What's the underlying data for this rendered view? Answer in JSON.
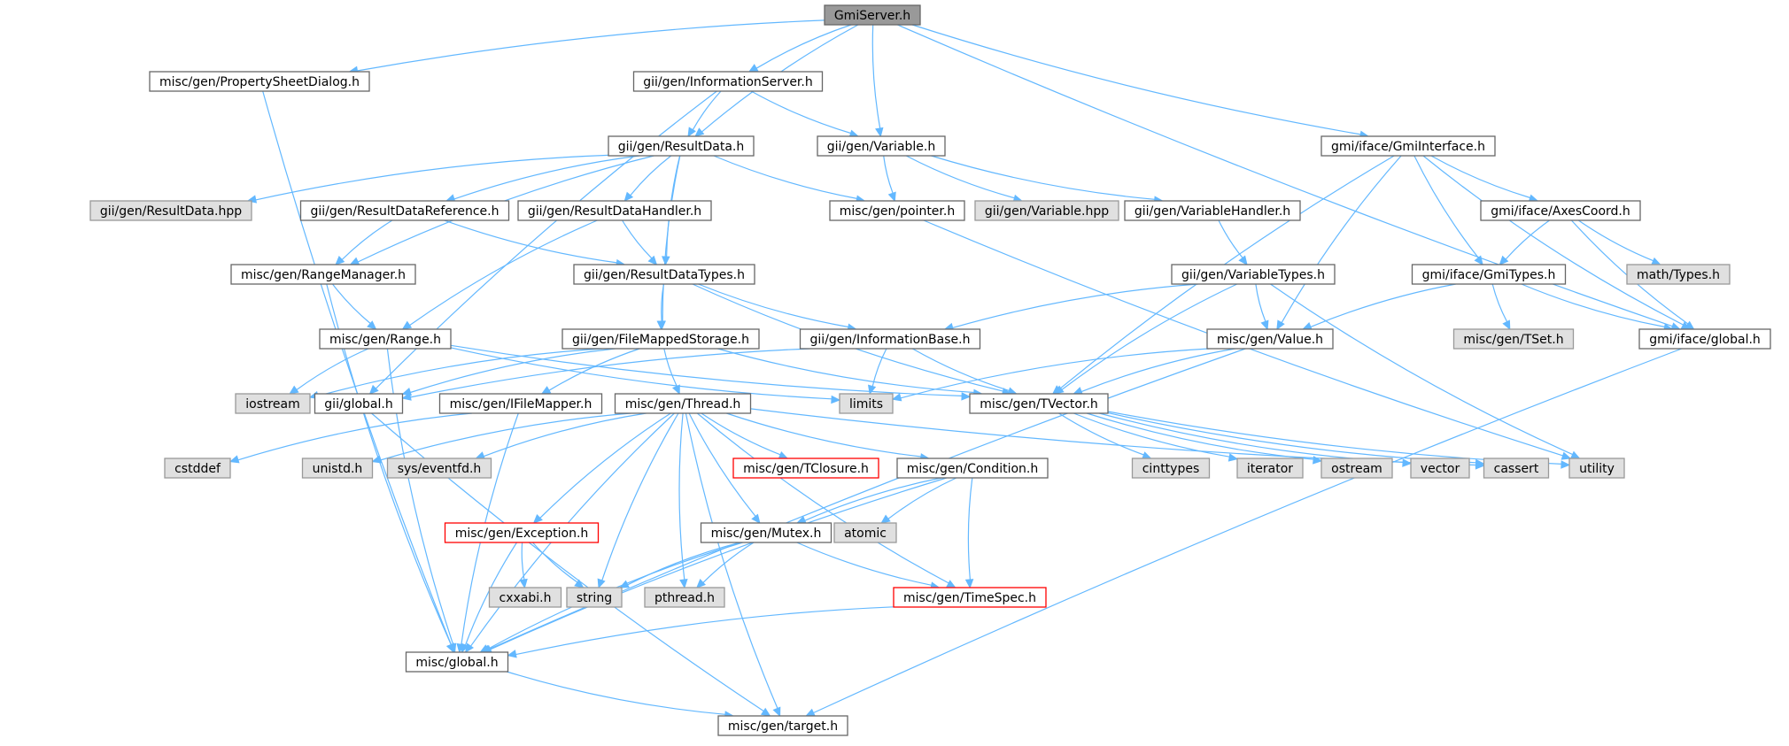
{
  "colors": {
    "normal_fill": "#ffffff",
    "normal_border": "#666666",
    "root_fill": "#999999",
    "root_border": "#666666",
    "system_fill": "#e0e0e0",
    "system_border": "#999999",
    "missing_fill": "#ffffff",
    "missing_border": "#ff0000",
    "edge": "#63b8ff"
  },
  "nodes": [
    {
      "id": "gmiserver",
      "label": "GmiServer.h",
      "kind": "root"
    },
    {
      "id": "propsheet",
      "label": "misc/gen/PropertySheetDialog.h",
      "kind": "normal"
    },
    {
      "id": "infoserver",
      "label": "gii/gen/InformationServer.h",
      "kind": "normal"
    },
    {
      "id": "resultdata",
      "label": "gii/gen/ResultData.h",
      "kind": "normal"
    },
    {
      "id": "variable",
      "label": "gii/gen/Variable.h",
      "kind": "normal"
    },
    {
      "id": "gmiinterface",
      "label": "gmi/iface/GmiInterface.h",
      "kind": "normal"
    },
    {
      "id": "resultdatahpp",
      "label": "gii/gen/ResultData.hpp",
      "kind": "system"
    },
    {
      "id": "resultdataref",
      "label": "gii/gen/ResultDataReference.h",
      "kind": "normal"
    },
    {
      "id": "resultdatahandler",
      "label": "gii/gen/ResultDataHandler.h",
      "kind": "normal"
    },
    {
      "id": "pointer",
      "label": "misc/gen/pointer.h",
      "kind": "normal"
    },
    {
      "id": "variablehpp",
      "label": "gii/gen/Variable.hpp",
      "kind": "system"
    },
    {
      "id": "variablehandler",
      "label": "gii/gen/VariableHandler.h",
      "kind": "normal"
    },
    {
      "id": "axescoord",
      "label": "gmi/iface/AxesCoord.h",
      "kind": "normal"
    },
    {
      "id": "rangemanager",
      "label": "misc/gen/RangeManager.h",
      "kind": "normal"
    },
    {
      "id": "resultdatatypes",
      "label": "gii/gen/ResultDataTypes.h",
      "kind": "normal"
    },
    {
      "id": "variabletypes",
      "label": "gii/gen/VariableTypes.h",
      "kind": "normal"
    },
    {
      "id": "gmitypes",
      "label": "gmi/iface/GmiTypes.h",
      "kind": "normal"
    },
    {
      "id": "mathtypes",
      "label": "math/Types.h",
      "kind": "system"
    },
    {
      "id": "range",
      "label": "misc/gen/Range.h",
      "kind": "normal"
    },
    {
      "id": "filemapped",
      "label": "gii/gen/FileMappedStorage.h",
      "kind": "normal"
    },
    {
      "id": "infobase",
      "label": "gii/gen/InformationBase.h",
      "kind": "normal"
    },
    {
      "id": "value",
      "label": "misc/gen/Value.h",
      "kind": "normal"
    },
    {
      "id": "tset",
      "label": "misc/gen/TSet.h",
      "kind": "system"
    },
    {
      "id": "gmiglobal",
      "label": "gmi/iface/global.h",
      "kind": "normal"
    },
    {
      "id": "iostream",
      "label": "iostream",
      "kind": "system"
    },
    {
      "id": "giiglobal",
      "label": "gii/global.h",
      "kind": "normal"
    },
    {
      "id": "ifilemapper",
      "label": "misc/gen/IFileMapper.h",
      "kind": "normal"
    },
    {
      "id": "thread",
      "label": "misc/gen/Thread.h",
      "kind": "normal"
    },
    {
      "id": "limits",
      "label": "limits",
      "kind": "system"
    },
    {
      "id": "tvector",
      "label": "misc/gen/TVector.h",
      "kind": "normal"
    },
    {
      "id": "cstddef",
      "label": "cstddef",
      "kind": "system"
    },
    {
      "id": "unistd",
      "label": "unistd.h",
      "kind": "system"
    },
    {
      "id": "eventfd",
      "label": "sys/eventfd.h",
      "kind": "system"
    },
    {
      "id": "tclosure",
      "label": "misc/gen/TClosure.h",
      "kind": "missing"
    },
    {
      "id": "condition",
      "label": "misc/gen/Condition.h",
      "kind": "normal"
    },
    {
      "id": "cinttypes",
      "label": "cinttypes",
      "kind": "system"
    },
    {
      "id": "iterator",
      "label": "iterator",
      "kind": "system"
    },
    {
      "id": "ostream",
      "label": "ostream",
      "kind": "system"
    },
    {
      "id": "vector",
      "label": "vector",
      "kind": "system"
    },
    {
      "id": "cassert",
      "label": "cassert",
      "kind": "system"
    },
    {
      "id": "utility",
      "label": "utility",
      "kind": "system"
    },
    {
      "id": "exception",
      "label": "misc/gen/Exception.h",
      "kind": "missing"
    },
    {
      "id": "atomic",
      "label": "atomic",
      "kind": "system"
    },
    {
      "id": "mutex",
      "label": "misc/gen/Mutex.h",
      "kind": "normal"
    },
    {
      "id": "cxxabi",
      "label": "cxxabi.h",
      "kind": "system"
    },
    {
      "id": "string",
      "label": "string",
      "kind": "system"
    },
    {
      "id": "pthread",
      "label": "pthread.h",
      "kind": "system"
    },
    {
      "id": "timespec",
      "label": "misc/gen/TimeSpec.h",
      "kind": "missing"
    },
    {
      "id": "miscglobal",
      "label": "misc/global.h",
      "kind": "normal"
    },
    {
      "id": "target",
      "label": "misc/gen/target.h",
      "kind": "normal"
    }
  ],
  "edges": [
    [
      "gmiserver",
      "propsheet"
    ],
    [
      "gmiserver",
      "infoserver"
    ],
    [
      "gmiserver",
      "resultdata"
    ],
    [
      "gmiserver",
      "variable"
    ],
    [
      "gmiserver",
      "gmiinterface"
    ],
    [
      "gmiserver",
      "gmiglobal"
    ],
    [
      "propsheet",
      "miscglobal"
    ],
    [
      "infoserver",
      "resultdata"
    ],
    [
      "infoserver",
      "variable"
    ],
    [
      "infoserver",
      "giiglobal"
    ],
    [
      "resultdata",
      "resultdatahpp"
    ],
    [
      "resultdata",
      "resultdataref"
    ],
    [
      "resultdata",
      "resultdatahandler"
    ],
    [
      "resultdata",
      "pointer"
    ],
    [
      "resultdata",
      "rangemanager"
    ],
    [
      "resultdata",
      "resultdatatypes"
    ],
    [
      "resultdata",
      "filemapped"
    ],
    [
      "variable",
      "pointer"
    ],
    [
      "variable",
      "variablehpp"
    ],
    [
      "variable",
      "variablehandler"
    ],
    [
      "gmiinterface",
      "axescoord"
    ],
    [
      "gmiinterface",
      "gmitypes"
    ],
    [
      "gmiinterface",
      "value"
    ],
    [
      "gmiinterface",
      "gmiglobal"
    ],
    [
      "gmiinterface",
      "tvector"
    ],
    [
      "resultdataref",
      "rangemanager"
    ],
    [
      "resultdataref",
      "resultdatatypes"
    ],
    [
      "resultdatahandler",
      "resultdatatypes"
    ],
    [
      "resultdatahandler",
      "range"
    ],
    [
      "pointer",
      "utility"
    ],
    [
      "variablehandler",
      "variabletypes"
    ],
    [
      "axescoord",
      "gmitypes"
    ],
    [
      "axescoord",
      "mathtypes"
    ],
    [
      "axescoord",
      "gmiglobal"
    ],
    [
      "rangemanager",
      "range"
    ],
    [
      "rangemanager",
      "miscglobal"
    ],
    [
      "resultdatatypes",
      "filemapped"
    ],
    [
      "resultdatatypes",
      "infobase"
    ],
    [
      "resultdatatypes",
      "tvector"
    ],
    [
      "variabletypes",
      "infobase"
    ],
    [
      "variabletypes",
      "value"
    ],
    [
      "variabletypes",
      "tvector"
    ],
    [
      "variabletypes",
      "utility"
    ],
    [
      "gmitypes",
      "value"
    ],
    [
      "gmitypes",
      "tset"
    ],
    [
      "gmitypes",
      "gmiglobal"
    ],
    [
      "gmiglobal",
      "target"
    ],
    [
      "range",
      "iostream"
    ],
    [
      "range",
      "limits"
    ],
    [
      "range",
      "tvector"
    ],
    [
      "range",
      "miscglobal"
    ],
    [
      "filemapped",
      "iostream"
    ],
    [
      "filemapped",
      "giiglobal"
    ],
    [
      "filemapped",
      "ifilemapper"
    ],
    [
      "filemapped",
      "thread"
    ],
    [
      "filemapped",
      "tvector"
    ],
    [
      "infobase",
      "giiglobal"
    ],
    [
      "infobase",
      "limits"
    ],
    [
      "infobase",
      "tvector"
    ],
    [
      "value",
      "limits"
    ],
    [
      "value",
      "tvector"
    ],
    [
      "value",
      "miscglobal"
    ],
    [
      "giiglobal",
      "target"
    ],
    [
      "ifilemapper",
      "cstddef"
    ],
    [
      "ifilemapper",
      "miscglobal"
    ],
    [
      "thread",
      "unistd"
    ],
    [
      "thread",
      "eventfd"
    ],
    [
      "thread",
      "tclosure"
    ],
    [
      "thread",
      "condition"
    ],
    [
      "thread",
      "exception"
    ],
    [
      "thread",
      "mutex"
    ],
    [
      "thread",
      "string"
    ],
    [
      "thread",
      "pthread"
    ],
    [
      "thread",
      "timespec"
    ],
    [
      "thread",
      "miscglobal"
    ],
    [
      "thread",
      "target"
    ],
    [
      "thread",
      "cassert"
    ],
    [
      "tvector",
      "cinttypes"
    ],
    [
      "tvector",
      "iterator"
    ],
    [
      "tvector",
      "ostream"
    ],
    [
      "tvector",
      "vector"
    ],
    [
      "tvector",
      "cassert"
    ],
    [
      "tvector",
      "utility"
    ],
    [
      "condition",
      "atomic"
    ],
    [
      "condition",
      "mutex"
    ],
    [
      "condition",
      "timespec"
    ],
    [
      "condition",
      "miscglobal"
    ],
    [
      "exception",
      "cxxabi"
    ],
    [
      "exception",
      "string"
    ],
    [
      "exception",
      "miscglobal"
    ],
    [
      "mutex",
      "string"
    ],
    [
      "mutex",
      "pthread"
    ],
    [
      "mutex",
      "timespec"
    ],
    [
      "mutex",
      "miscglobal"
    ],
    [
      "timespec",
      "miscglobal"
    ],
    [
      "miscglobal",
      "target"
    ]
  ]
}
